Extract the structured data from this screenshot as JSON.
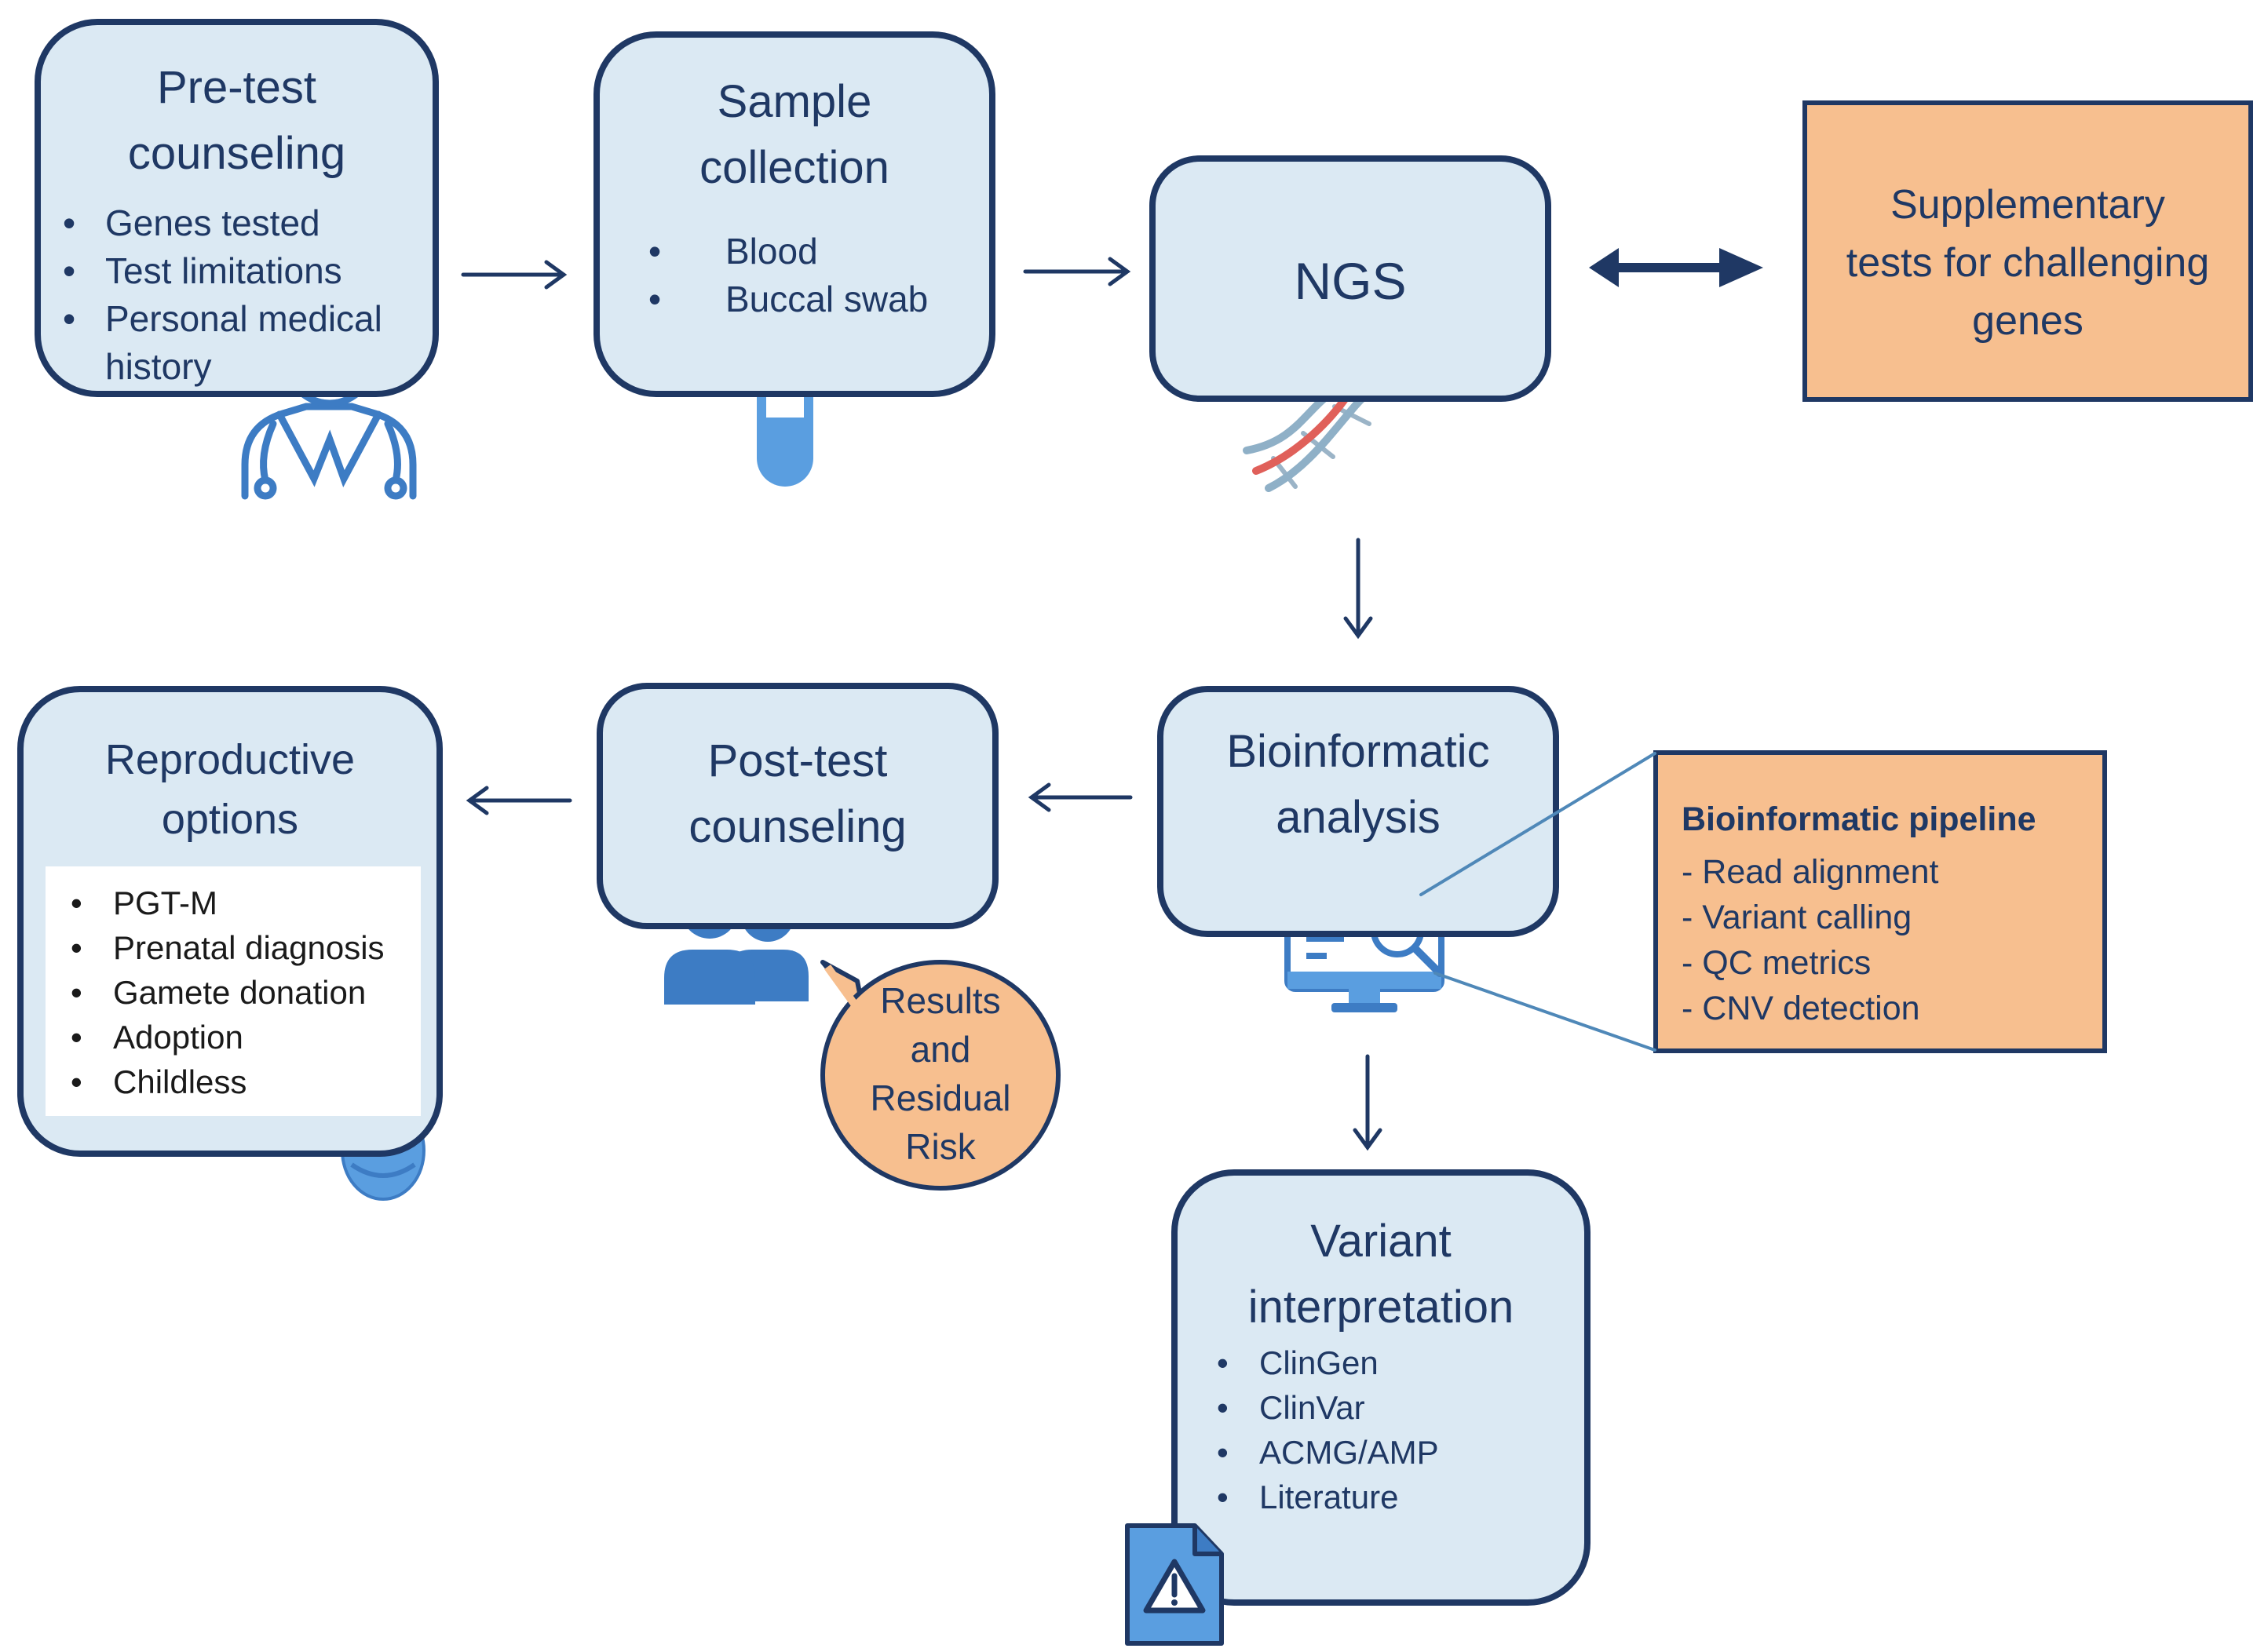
{
  "pretest": {
    "title": [
      "Pre-test",
      "counseling"
    ],
    "items": [
      "Genes tested",
      "Test limitations",
      "Personal medical history"
    ]
  },
  "sample": {
    "title": [
      "Sample",
      "collection"
    ],
    "items": [
      "Blood",
      "Buccal swab"
    ]
  },
  "ngs": {
    "title": "NGS"
  },
  "supplementary": {
    "lines": [
      "Supplementary",
      "tests for challenging",
      "genes"
    ]
  },
  "bioinformatic": {
    "title": [
      "Bioinformatic",
      "analysis"
    ]
  },
  "pipeline": {
    "heading": "Bioinformatic pipeline",
    "items": [
      "- Read alignment",
      "- Variant calling",
      "- QC metrics",
      "- CNV detection"
    ]
  },
  "posttest": {
    "title": [
      "Post-test",
      "counseling"
    ]
  },
  "results": {
    "lines": [
      "Results",
      "and",
      "Residual",
      "Risk"
    ]
  },
  "reproductive": {
    "title": [
      "Reproductive",
      "options"
    ],
    "items": [
      "PGT-M",
      "Prenatal diagnosis",
      "Gamete donation",
      "Adoption",
      "Childless"
    ]
  },
  "variant": {
    "title": [
      "Variant",
      "interpretation"
    ],
    "items": [
      "ClinGen",
      "ClinVar",
      "ACMG/AMP",
      "Literature"
    ]
  },
  "colors": {
    "box_fill": "#dbe9f3",
    "outline": "#1f3864",
    "accent_orange": "#f7bf8f",
    "icon_blue": "#3d7cc4",
    "dna_red": "#e0605a"
  }
}
